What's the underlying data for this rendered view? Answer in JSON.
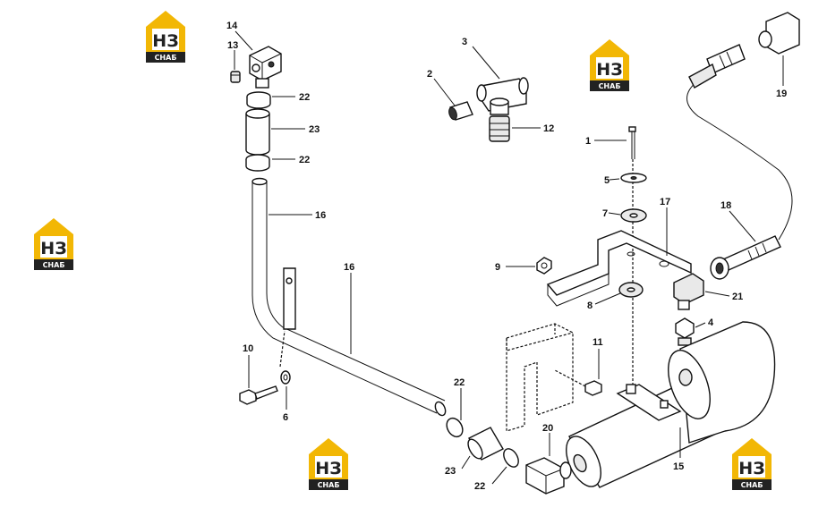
{
  "logos": [
    {
      "letters": "НЗ",
      "caption": "СНАБ",
      "accent": "#f2b705"
    },
    {
      "letters": "НЗ",
      "caption": "СНАБ",
      "accent": "#f2b705"
    },
    {
      "letters": "НЗ",
      "caption": "СНАБ",
      "accent": "#f2b705"
    },
    {
      "letters": "НЗ",
      "caption": "СНАБ",
      "accent": "#f2b705"
    },
    {
      "letters": "НЗ",
      "caption": "СНАБ",
      "accent": "#f2b705"
    }
  ],
  "callouts": [
    {
      "label": "14"
    },
    {
      "label": "13"
    },
    {
      "label": "22"
    },
    {
      "label": "23"
    },
    {
      "label": "22"
    },
    {
      "label": "16"
    },
    {
      "label": "16"
    },
    {
      "label": "10"
    },
    {
      "label": "6"
    },
    {
      "label": "3"
    },
    {
      "label": "2"
    },
    {
      "label": "12"
    },
    {
      "label": "1"
    },
    {
      "label": "5"
    },
    {
      "label": "7"
    },
    {
      "label": "17"
    },
    {
      "label": "18"
    },
    {
      "label": "19"
    },
    {
      "label": "9"
    },
    {
      "label": "8"
    },
    {
      "label": "21"
    },
    {
      "label": "4"
    },
    {
      "label": "11"
    },
    {
      "label": "22"
    },
    {
      "label": "20"
    },
    {
      "label": "23"
    },
    {
      "label": "22"
    },
    {
      "label": "15"
    }
  ]
}
